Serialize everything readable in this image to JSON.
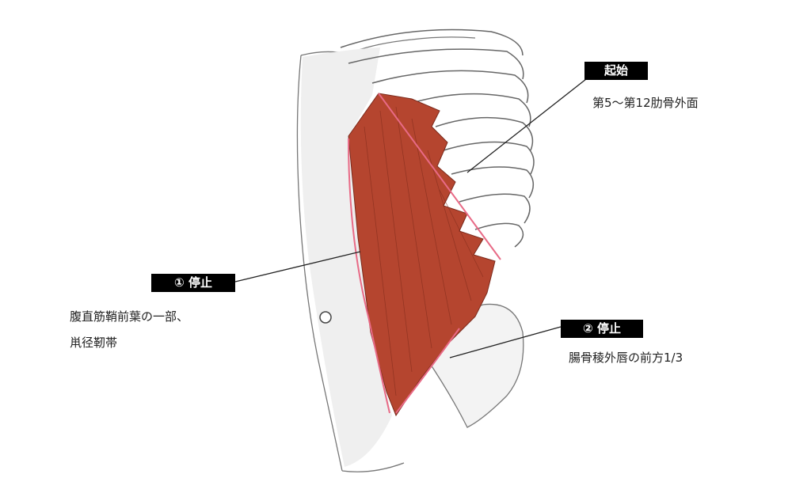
{
  "labels": {
    "origin": {
      "tag": "起始",
      "text": "第5〜第12肋骨外面"
    },
    "insertion1": {
      "tag": "① 停止",
      "lines": [
        "腹直筋鞘前葉の一部、",
        "鼡径靭帯"
      ]
    },
    "insertion2": {
      "tag": "② 停止",
      "text": "腸骨稜外唇の前方1/3"
    }
  },
  "colors": {
    "muscle": "#b5452f",
    "outline": "#e86a86",
    "tag_bg": "#000000"
  }
}
